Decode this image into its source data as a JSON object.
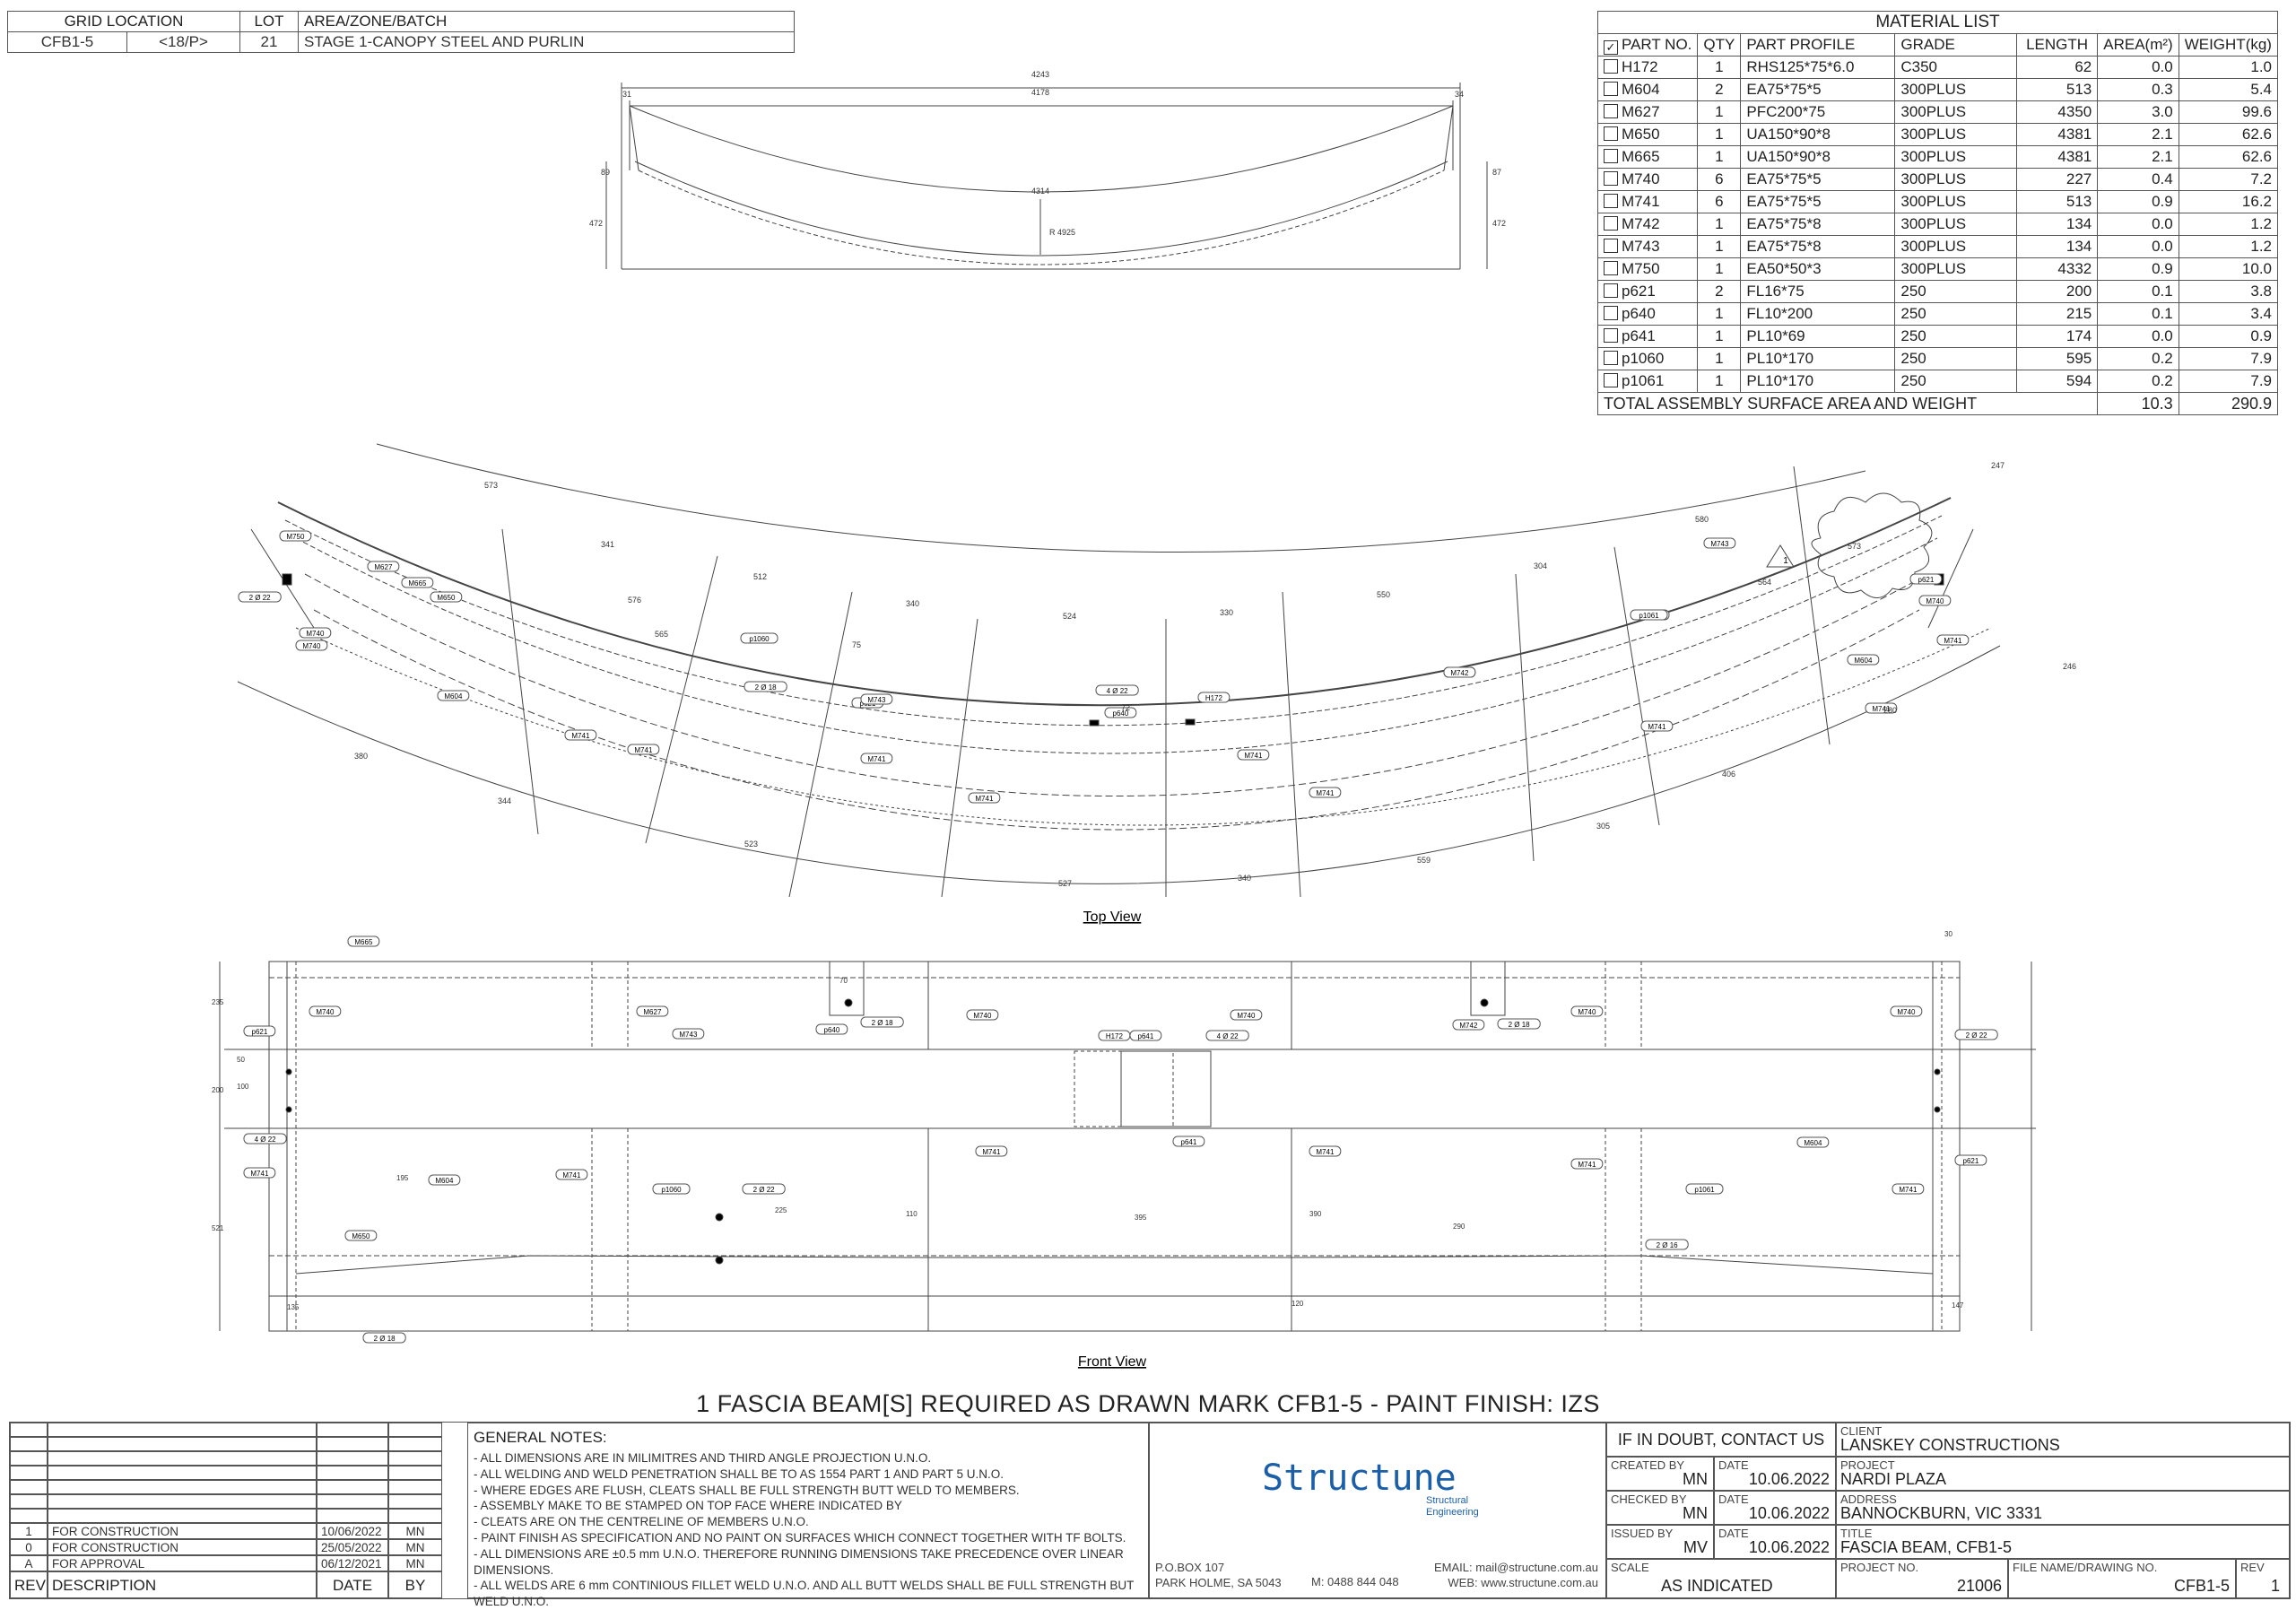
{
  "header": {
    "col1": "GRID LOCATION",
    "col2": "LOT",
    "col3": "AREA/ZONE/BATCH",
    "grid_a": "CFB1-5",
    "grid_b": "<18/P>",
    "lot": "21",
    "area": "STAGE 1-CANOPY STEEL AND PURLIN"
  },
  "material": {
    "title": "MATERIAL LIST",
    "cols": [
      "PART NO.",
      "QTY",
      "PART PROFILE",
      "GRADE",
      "LENGTH",
      "AREA(m²)",
      "WEIGHT(kg)"
    ],
    "rows": [
      [
        "H172",
        "1",
        "RHS125*75*6.0",
        "C350",
        "62",
        "0.0",
        "1.0"
      ],
      [
        "M604",
        "2",
        "EA75*75*5",
        "300PLUS",
        "513",
        "0.3",
        "5.4"
      ],
      [
        "M627",
        "1",
        "PFC200*75",
        "300PLUS",
        "4350",
        "3.0",
        "99.6"
      ],
      [
        "M650",
        "1",
        "UA150*90*8",
        "300PLUS",
        "4381",
        "2.1",
        "62.6"
      ],
      [
        "M665",
        "1",
        "UA150*90*8",
        "300PLUS",
        "4381",
        "2.1",
        "62.6"
      ],
      [
        "M740",
        "6",
        "EA75*75*5",
        "300PLUS",
        "227",
        "0.4",
        "7.2"
      ],
      [
        "M741",
        "6",
        "EA75*75*5",
        "300PLUS",
        "513",
        "0.9",
        "16.2"
      ],
      [
        "M742",
        "1",
        "EA75*75*8",
        "300PLUS",
        "134",
        "0.0",
        "1.2"
      ],
      [
        "M743",
        "1",
        "EA75*75*8",
        "300PLUS",
        "134",
        "0.0",
        "1.2"
      ],
      [
        "M750",
        "1",
        "EA50*50*3",
        "300PLUS",
        "4332",
        "0.9",
        "10.0"
      ],
      [
        "p621",
        "2",
        "FL16*75",
        "250",
        "200",
        "0.1",
        "3.8"
      ],
      [
        "p640",
        "1",
        "FL10*200",
        "250",
        "215",
        "0.1",
        "3.4"
      ],
      [
        "p641",
        "1",
        "PL10*69",
        "250",
        "174",
        "0.0",
        "0.9"
      ],
      [
        "p1060",
        "1",
        "PL10*170",
        "250",
        "595",
        "0.2",
        "7.9"
      ],
      [
        "p1061",
        "1",
        "PL10*170",
        "250",
        "594",
        "0.2",
        "7.9"
      ]
    ],
    "total_label": "TOTAL ASSEMBLY SURFACE AREA AND WEIGHT",
    "total_area": "10.3",
    "total_weight": "290.9"
  },
  "drawing": {
    "top_view_label": "Top View",
    "front_view_label": "Front View",
    "elev_dims": [
      "4243",
      "4178",
      "31",
      "34",
      "4314",
      "R 4925",
      "472",
      "472",
      "89",
      "87"
    ],
    "top_marks": [
      "M750",
      "M627",
      "M665",
      "M650",
      "M604",
      "M741",
      "M740",
      "p1060",
      "p1061",
      "p640",
      "H172",
      "M742",
      "M743",
      "p621",
      "2 Ø 18",
      "2 Ø 22",
      "4 Ø 22"
    ],
    "top_dims": [
      "573",
      "341",
      "512",
      "340",
      "524",
      "330",
      "550",
      "304",
      "580",
      "573",
      "564",
      "247",
      "565",
      "576",
      "75",
      "72",
      "380",
      "344",
      "523",
      "527",
      "340",
      "559",
      "305",
      "406",
      "280",
      "246"
    ],
    "front_marks": [
      "M665",
      "M740",
      "M627",
      "M743",
      "p640",
      "H172",
      "p641",
      "M742",
      "p621",
      "M741",
      "M604",
      "p1060",
      "p1061",
      "M650",
      "2 Ø 18",
      "2 Ø 22",
      "4 Ø 22"
    ],
    "front_dims": [
      "235",
      "200",
      "521",
      "50",
      "100",
      "70",
      "195",
      "225",
      "110",
      "395",
      "390",
      "290",
      "120",
      "135",
      "30",
      "147"
    ],
    "revision_cloud": "1"
  },
  "requirement": "1  FASCIA BEAM[S] REQUIRED AS DRAWN MARK  CFB1-5 - PAINT FINISH: IZS",
  "revisions": {
    "headers": [
      "REV",
      "DESCRIPTION",
      "DATE",
      "BY"
    ],
    "rows": [
      [
        "1",
        "FOR CONSTRUCTION",
        "10/06/2022",
        "MN"
      ],
      [
        "0",
        "FOR CONSTRUCTION",
        "25/05/2022",
        "MN"
      ],
      [
        "A",
        "FOR APPROVAL",
        "06/12/2021",
        "MN"
      ]
    ]
  },
  "notes": {
    "title": "GENERAL NOTES:",
    "lines": [
      "- ALL DIMENSIONS ARE IN MILIMITRES AND THIRD ANGLE PROJECTION U.N.O.",
      "- ALL WELDING AND WELD PENETRATION SHALL BE TO AS 1554 PART 1 AND PART 5 U.N.O.",
      "- WHERE EDGES ARE FLUSH, CLEATS SHALL BE FULL STRENGTH BUTT WELD TO MEMBERS.",
      "- ASSEMBLY MAKE TO BE STAMPED ON TOP FACE WHERE INDICATED BY",
      "- CLEATS ARE ON THE CENTRELINE OF MEMBERS U.N.O.",
      "- PAINT FINISH AS SPECIFICATION AND NO PAINT ON SURFACES WHICH CONNECT TOGETHER WITH TF BOLTS.",
      "- ALL DIMENSIONS ARE ±0.5 mm U.N.O. THEREFORE RUNNING DIMENSIONS TAKE PRECEDENCE OVER LINEAR DIMENSIONS.",
      "- ALL WELDS ARE 6 mm CONTINIOUS FILLET WELD U.N.O. AND ALL BUTT WELDS SHALL BE FULL STRENGTH BUT WELD U.N.O."
    ]
  },
  "company": {
    "logo_text": "Structune",
    "logo_sub1": "Structural",
    "logo_sub2": "Engineering",
    "addr1": "P.O.BOX 107",
    "addr2": "PARK HOLME, SA 5043",
    "mobile": "M:  0488 844 048",
    "email": "EMAIL: mail@structune.com.au",
    "web": "WEB: www.structune.com.au",
    "brand_color": "#1a5fa8"
  },
  "titleblock": {
    "doubt": "IF IN DOUBT, CONTACT US",
    "created_label": "CREATED BY",
    "created_by": "MN",
    "created_date_label": "DATE",
    "created_date": "10.06.2022",
    "checked_label": "CHECKED BY",
    "checked_by": "MN",
    "checked_date_label": "DATE",
    "checked_date": "10.06.2022",
    "issued_label": "ISSUED BY",
    "issued_by": "MV",
    "issued_date_label": "DATE",
    "issued_date": "10.06.2022",
    "scale_label": "SCALE",
    "scale": "AS INDICATED",
    "client_label": "CLIENT",
    "client": "LANSKEY CONSTRUCTIONS",
    "project_label": "PROJECT",
    "project": "NARDI PLAZA",
    "address_label": "ADDRESS",
    "address": "BANNOCKBURN, VIC 3331",
    "title_label": "TITLE",
    "title": "FASCIA BEAM, CFB1-5",
    "projno_label": "PROJECT NO.",
    "projno": "21006",
    "file_label": "FILE NAME/DRAWING NO.",
    "file": "CFB1-5",
    "rev_label": "REV",
    "rev": "1"
  }
}
